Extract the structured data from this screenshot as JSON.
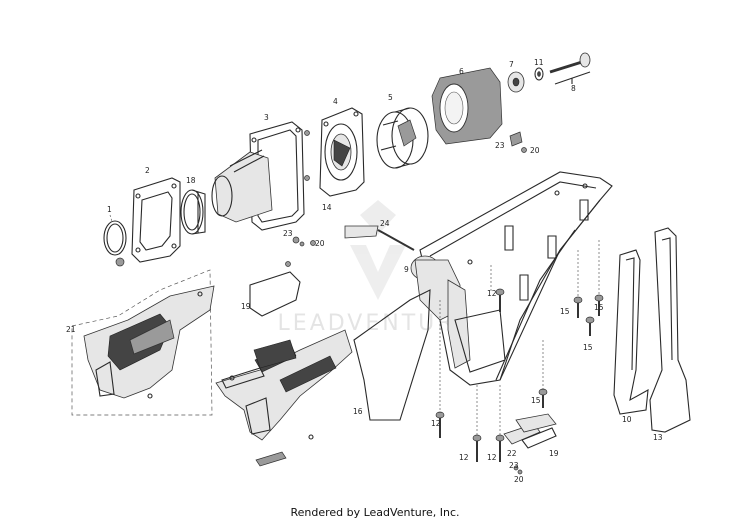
{
  "diagram": {
    "labels": [
      "1",
      "2",
      "3",
      "4",
      "5",
      "6",
      "7",
      "8",
      "9",
      "10",
      "11",
      "12",
      "13",
      "14",
      "15",
      "16",
      "18",
      "19",
      "20",
      "21",
      "22",
      "23",
      "24"
    ],
    "watermark": "LEADVENTURE"
  },
  "footer": {
    "text": "Rendered by LeadVenture, Inc."
  }
}
